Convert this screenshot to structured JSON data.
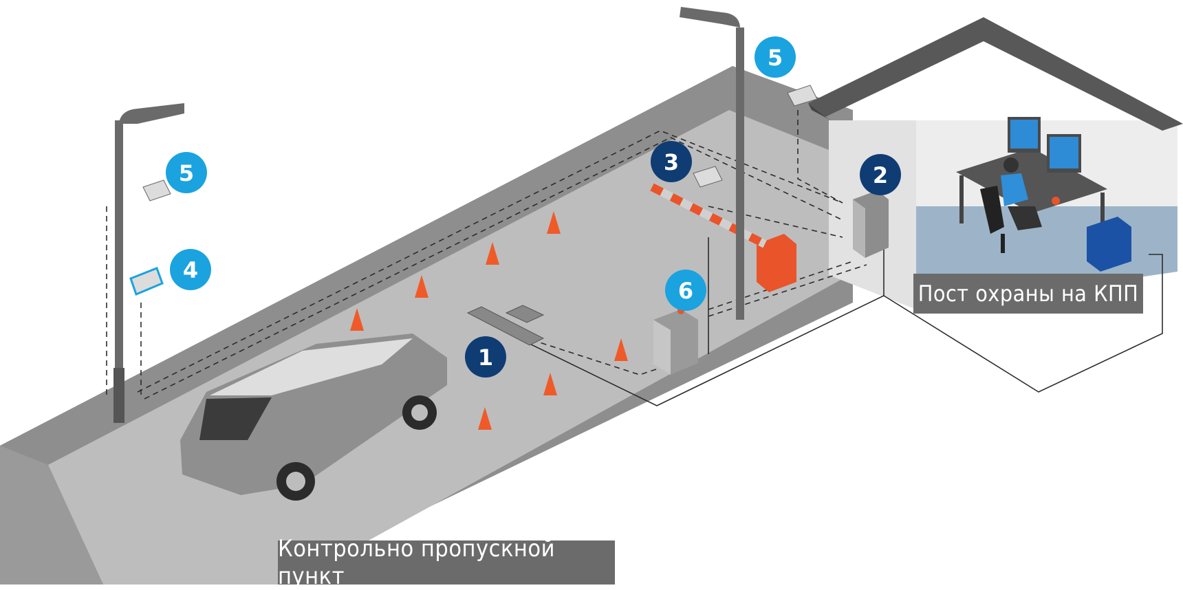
{
  "labels": {
    "checkpoint": "Контрольно пропускной пункт",
    "guard_post": "Пост охраны на КПП"
  },
  "markers": [
    {
      "id": "1",
      "text": "1",
      "color": "#0f3c73"
    },
    {
      "id": "2",
      "text": "2",
      "color": "#0f3c73"
    },
    {
      "id": "3",
      "text": "3",
      "color": "#0f3c73"
    },
    {
      "id": "4",
      "text": "4",
      "color": "#1aa3df"
    },
    {
      "id": "5a",
      "text": "5",
      "color": "#1aa3df"
    },
    {
      "id": "5b",
      "text": "5",
      "color": "#1aa3df"
    },
    {
      "id": "6",
      "text": "6",
      "color": "#1aa3df"
    }
  ],
  "colors": {
    "road_outer": "#8c8c8c",
    "road_inner": "#bdbdbd",
    "building": "#585858",
    "barrier_orange": "#e9542a",
    "cone": "#f05a28",
    "dark_marker": "#0f3c73",
    "light_marker": "#1aa3df",
    "label_bg": "#6b6b6b"
  }
}
